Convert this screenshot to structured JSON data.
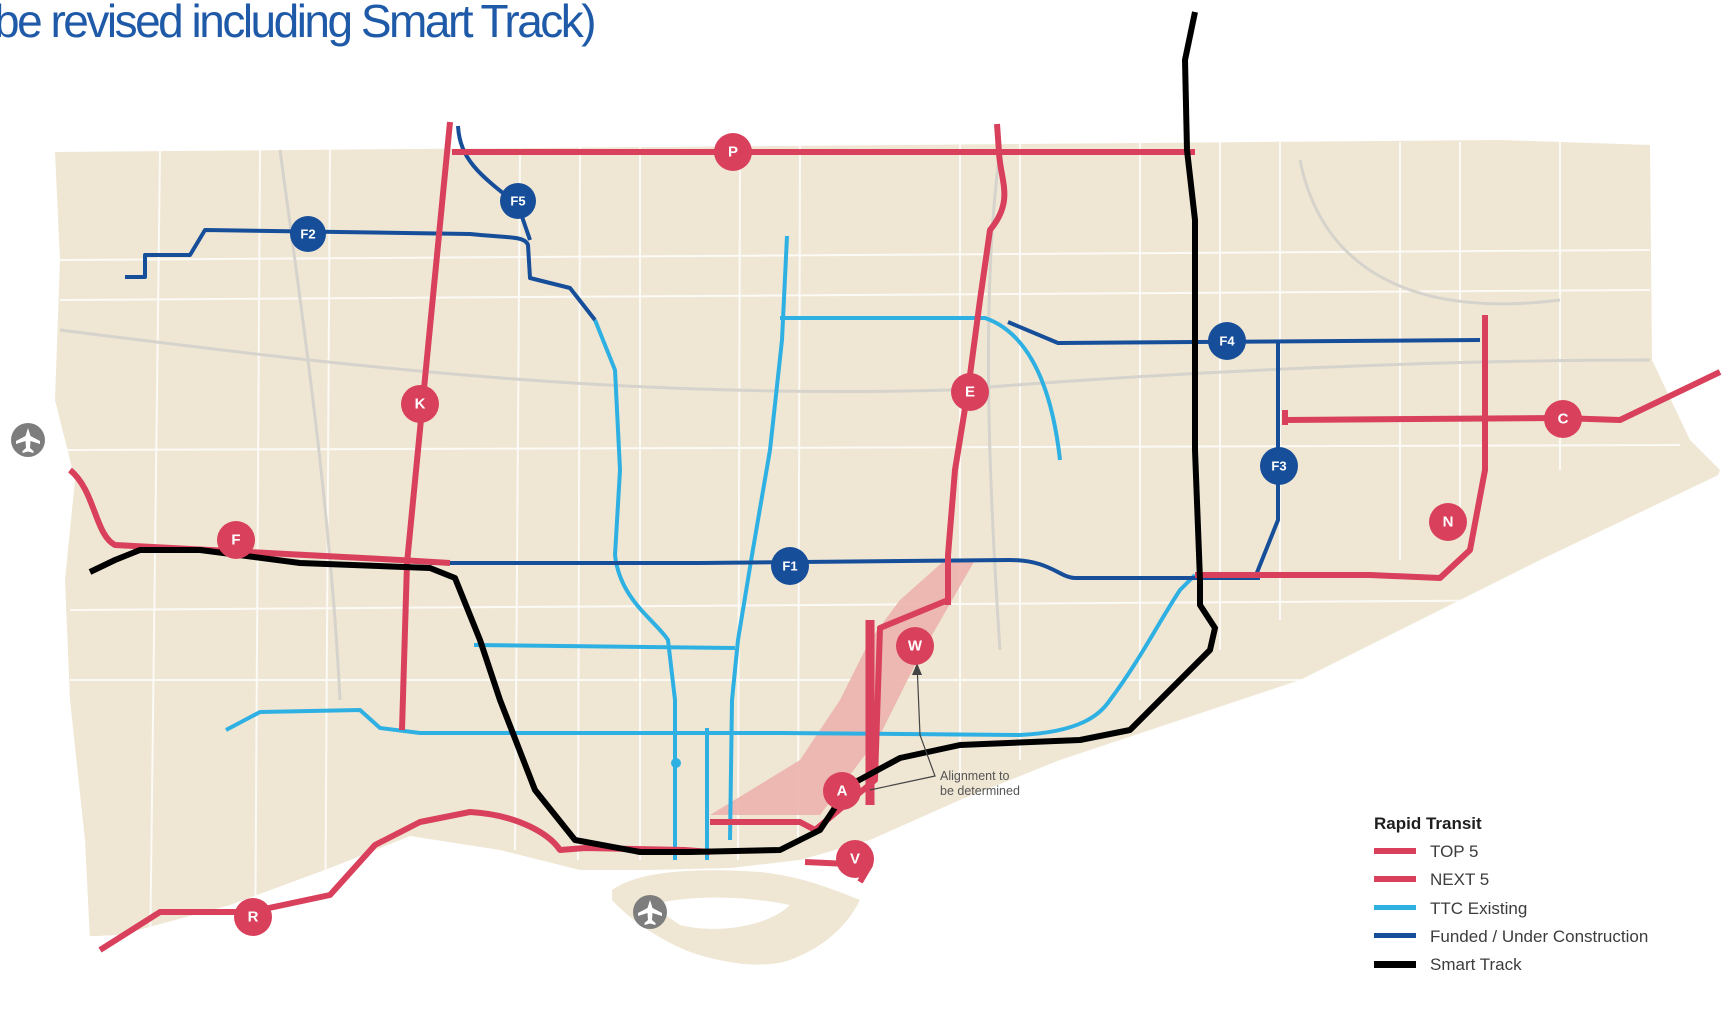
{
  "title": "be revised including Smart Track)",
  "colors": {
    "land": "#efe7d4",
    "water": "#ffffff",
    "top5": "#d9405c",
    "next5": "#d9405c",
    "ttc_existing": "#2fb0e3",
    "funded": "#164e9a",
    "smart_track": "#000000",
    "alignment_zone": "#ebb3ad"
  },
  "markers": [
    {
      "label": "P",
      "kind": "top5"
    },
    {
      "label": "F5",
      "kind": "funded"
    },
    {
      "label": "F2",
      "kind": "funded"
    },
    {
      "label": "K",
      "kind": "top5"
    },
    {
      "label": "E",
      "kind": "top5"
    },
    {
      "label": "F4",
      "kind": "funded"
    },
    {
      "label": "C",
      "kind": "top5"
    },
    {
      "label": "F3",
      "kind": "funded"
    },
    {
      "label": "N",
      "kind": "top5"
    },
    {
      "label": "F",
      "kind": "top5"
    },
    {
      "label": "F1",
      "kind": "funded"
    },
    {
      "label": "W",
      "kind": "top5"
    },
    {
      "label": "A",
      "kind": "top5"
    },
    {
      "label": "V",
      "kind": "top5"
    },
    {
      "label": "R",
      "kind": "top5"
    }
  ],
  "annotation": {
    "line1": "Alignment to",
    "line2": "be determined"
  },
  "icons": {
    "airport": "airplane-icon"
  },
  "legend": {
    "title": "Rapid Transit",
    "items": [
      {
        "label": "TOP 5",
        "color": "#d9405c"
      },
      {
        "label": "NEXT 5",
        "color": "#d9405c"
      },
      {
        "label": "TTC Existing",
        "color": "#2fb0e3"
      },
      {
        "label": "Funded / Under Construction",
        "color": "#164e9a"
      },
      {
        "label": "Smart Track",
        "color": "#000000"
      }
    ]
  }
}
